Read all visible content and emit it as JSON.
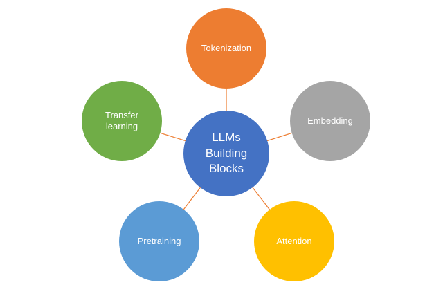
{
  "diagram": {
    "title": "LLMs Building Blocks",
    "connector_color": "#ED7D31",
    "center": {
      "label": "LLMs Building Blocks",
      "color": "#4472C4",
      "text_color": "#FFFFFF"
    },
    "nodes": [
      {
        "label": "Tokenization",
        "color": "#ED7D31",
        "position": "top"
      },
      {
        "label": "Embedding",
        "color": "#A5A5A5",
        "position": "right"
      },
      {
        "label": "Attention",
        "color": "#FFC000",
        "position": "bottom-right"
      },
      {
        "label": "Pretraining",
        "color": "#5B9BD5",
        "position": "bottom-left"
      },
      {
        "label": "Transfer learning",
        "color": "#70AD47",
        "position": "left"
      }
    ]
  }
}
